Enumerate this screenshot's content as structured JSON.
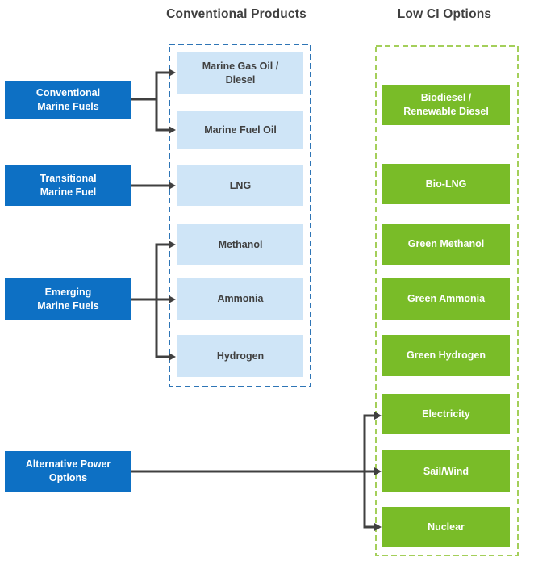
{
  "headers": {
    "conventional_products": "Conventional Products",
    "low_ci_options": "Low CI Options"
  },
  "colors": {
    "blue_box": "#0d70c4",
    "light_blue_box": "#cfe5f7",
    "green_box": "#79bc28",
    "blue_dash": "#2e75b6",
    "green_dash": "#a4cf5a",
    "arrow": "#404040",
    "header_text": "#3f3f3f",
    "mid_text": "#404040"
  },
  "fuel_categories": [
    {
      "label": "Conventional\nMarine Fuels"
    },
    {
      "label": "Transitional\nMarine Fuel"
    },
    {
      "label": "Emerging\nMarine Fuels"
    },
    {
      "label": "Alternative Power\nOptions"
    }
  ],
  "conventional_products": [
    {
      "label": "Marine Gas Oil /\nDiesel"
    },
    {
      "label": "Marine Fuel Oil"
    },
    {
      "label": "LNG"
    },
    {
      "label": "Methanol"
    },
    {
      "label": "Ammonia"
    },
    {
      "label": "Hydrogen"
    }
  ],
  "low_ci_options": [
    {
      "label": "Biodiesel /\nRenewable Diesel"
    },
    {
      "label": "Bio-LNG"
    },
    {
      "label": "Green Methanol"
    },
    {
      "label": "Green Ammonia"
    },
    {
      "label": "Green Hydrogen"
    },
    {
      "label": "Electricity"
    },
    {
      "label": "Sail/Wind"
    },
    {
      "label": "Nuclear"
    }
  ],
  "connections": [
    {
      "from": "Conventional Marine Fuels",
      "to": [
        "Marine Gas Oil / Diesel",
        "Marine Fuel Oil"
      ]
    },
    {
      "from": "Transitional Marine Fuel",
      "to": [
        "LNG"
      ]
    },
    {
      "from": "Emerging Marine Fuels",
      "to": [
        "Methanol",
        "Ammonia",
        "Hydrogen"
      ]
    },
    {
      "from": "Alternative Power Options",
      "to": [
        "Electricity",
        "Sail/Wind",
        "Nuclear"
      ]
    }
  ]
}
